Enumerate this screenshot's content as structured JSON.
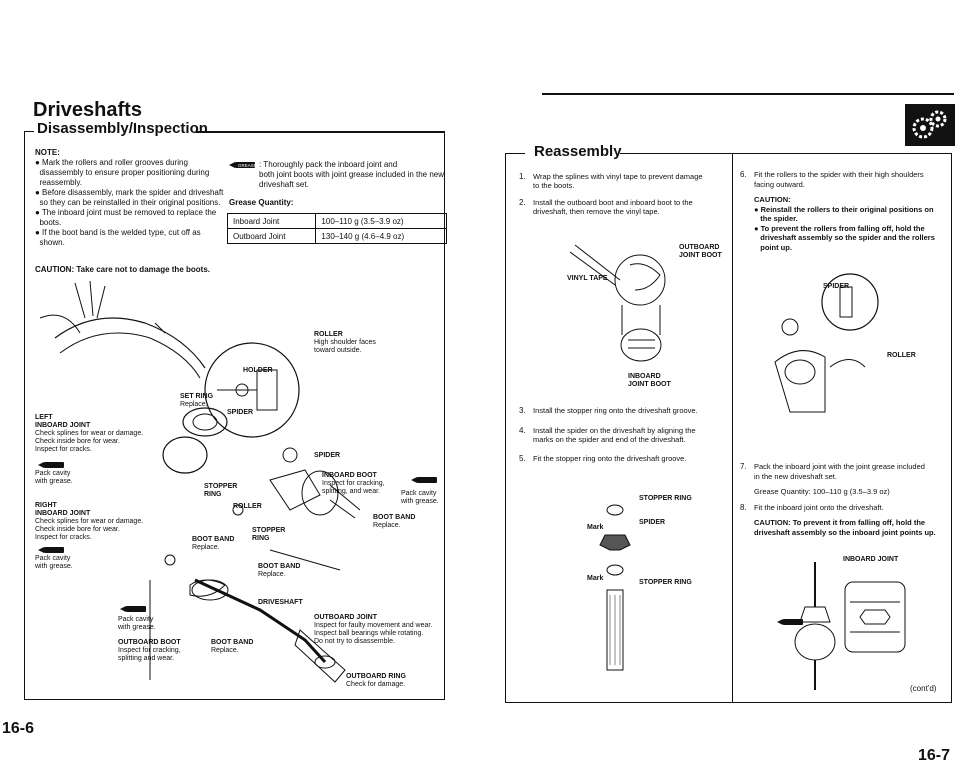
{
  "left": {
    "title": "Driveshafts",
    "subtitle": "Disassembly/Inspection",
    "note_heading": "NOTE:",
    "notes": [
      "● Mark the rollers and roller grooves during",
      "  disassembly to ensure proper positioning during",
      "  reassembly.",
      "● Before disassembly, mark the spider and driveshaft",
      "  so they can be reinstalled in their original positions.",
      "● The inboard joint must be removed to replace the",
      "  boots.",
      "● If the boot band is the welded type, cut off as",
      "  shown."
    ],
    "caution": "CAUTION: Take care not to damage the boots.",
    "grease_intro": [
      ": Thoroughly pack the inboard joint and",
      "both joint boots with joint grease included in the new",
      "driveshaft set."
    ],
    "grease_quantity_label": "Grease Quantity:",
    "grease_table": [
      {
        "joint": "Inboard Joint",
        "qty": "100–110 g (3.5–3.9 oz)"
      },
      {
        "joint": "Outboard Joint",
        "qty": "130–140 g (4.6–4.9 oz)"
      }
    ],
    "labels": {
      "roller": [
        "ROLLER",
        "High shoulder faces",
        "toward outside."
      ],
      "holder": "HOLDER",
      "spider1": "SPIDER",
      "set_ring": [
        "SET RING",
        "Replace."
      ],
      "left_inboard": [
        "LEFT",
        "INBOARD JOINT",
        "Check splines for wear or damage.",
        "Check inside bore for wear.",
        "Inspect for cracks."
      ],
      "pack1": [
        "Pack cavity",
        "with grease."
      ],
      "right_inboard": [
        "RIGHT",
        "INBOARD JOINT",
        "Check splines for wear or damage.",
        "Check inside bore for wear.",
        "Inspect for cracks."
      ],
      "pack2": [
        "Pack cavity",
        "with grease."
      ],
      "spider2": "SPIDER",
      "stopper_ring1": [
        "STOPPER",
        "RING"
      ],
      "roller2": "ROLLER",
      "inboard_boot": [
        "INBOARD BOOT",
        "Inspect for cracking,",
        "splitting, and wear."
      ],
      "pack3": [
        "Pack cavity",
        "with grease."
      ],
      "stopper_ring2": [
        "STOPPER",
        "RING"
      ],
      "boot_band1": [
        "BOOT BAND",
        "Replace."
      ],
      "boot_band2": [
        "BOOT BAND",
        "Replace."
      ],
      "boot_band3": [
        "BOOT BAND",
        "Replace."
      ],
      "boot_band4": [
        "BOOT BAND",
        "Replace."
      ],
      "driveshaft": "DRIVESHAFT",
      "pack4": [
        "Pack cavity",
        "with grease."
      ],
      "outboard_boot": [
        "OUTBOARD BOOT",
        "Inspect for cracking,",
        "splitting and wear."
      ],
      "outboard_joint": [
        "OUTBOARD JOINT",
        "Inspect for faulty movement and wear.",
        "Inspect ball bearings while rotating.",
        "Do not try to disassemble."
      ],
      "outboard_ring": [
        "OUTBOARD RING",
        "Check for damage."
      ]
    },
    "grease_badge": "GREASE",
    "page_number": "16-6"
  },
  "right": {
    "subtitle": "Reassembly",
    "steps_col1": [
      {
        "n": "1.",
        "lines": [
          "Wrap the splines with vinyl tape to prevent damage",
          "to the boots."
        ]
      },
      {
        "n": "2.",
        "lines": [
          "Install the outboard boot and inboard boot to the",
          "driveshaft, then remove the vinyl tape."
        ]
      },
      {
        "n": "3.",
        "lines": [
          "Install the stopper ring onto the driveshaft groove."
        ]
      },
      {
        "n": "4.",
        "lines": [
          "Install the spider on the driveshaft by aligning the",
          "marks on the spider and end of the driveshaft."
        ]
      },
      {
        "n": "5.",
        "lines": [
          "Fit the stopper ring onto the driveshaft groove."
        ]
      }
    ],
    "labels1": {
      "outboard_boot": [
        "OUTBOARD",
        "JOINT BOOT"
      ],
      "vinyl_tape": "VINYL TAPE",
      "inboard_boot": [
        "INBOARD",
        "JOINT BOOT"
      ],
      "stopper_ring_a": "STOPPER RING",
      "spider": "SPIDER",
      "mark_a": "Mark",
      "mark_b": "Mark",
      "stopper_ring_b": "STOPPER RING"
    },
    "steps_col2": {
      "s6": [
        "Fit the rollers to the spider with their high shoulders",
        "facing outward."
      ],
      "caution_title": "CAUTION:",
      "caution_items": [
        [
          "● Reinstall the rollers to their original positions on",
          "   the spider."
        ],
        [
          "● To prevent the rollers from falling off, hold the",
          "   driveshaft assembly so the spider and the rollers",
          "   point up."
        ]
      ],
      "spider_label": "SPIDER",
      "roller_label": "ROLLER",
      "s7": [
        "Pack the inboard joint with the joint grease included",
        "in the new driveshaft set."
      ],
      "grease_qty": "Grease Quantity: 100–110 g (3.5–3.9 oz)",
      "s8": [
        "Fit the inboard joint onto the driveshaft."
      ],
      "caution2": [
        "CAUTION: To prevent it from falling off, hold the",
        "driveshaft assembly so the inboard joint points up."
      ],
      "inboard_joint_label": "INBOARD JOINT",
      "contd": "(cont'd)"
    },
    "page_number": "16-7"
  }
}
